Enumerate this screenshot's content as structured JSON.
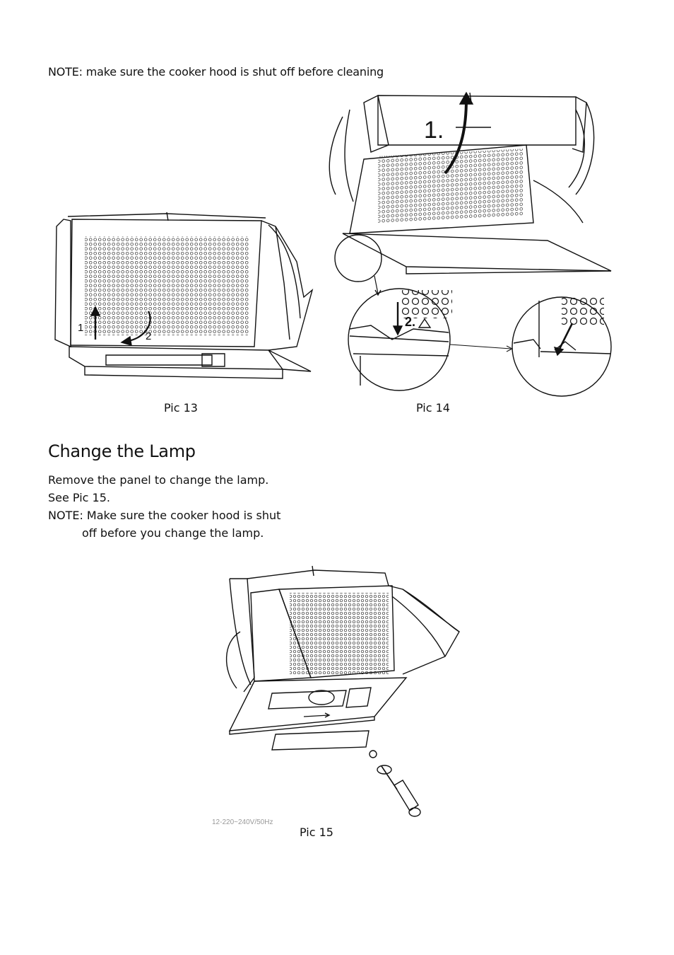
{
  "note_top": "NOTE: make sure the cooker hood is shut off before cleaning",
  "figures": {
    "pic13": {
      "caption": "Pic 13",
      "callouts": [
        "1",
        "2"
      ]
    },
    "pic14": {
      "caption": "Pic 14",
      "callouts": [
        "1.",
        "2."
      ]
    },
    "pic15": {
      "caption": "Pic 15",
      "faint_label": "12-220~240V/50Hz"
    }
  },
  "section": {
    "title": "Change the Lamp",
    "lines": [
      "Remove the panel to change the lamp.",
      "See Pic 15.",
      "NOTE: Make sure the cooker hood is shut",
      "off before you change the lamp."
    ]
  }
}
